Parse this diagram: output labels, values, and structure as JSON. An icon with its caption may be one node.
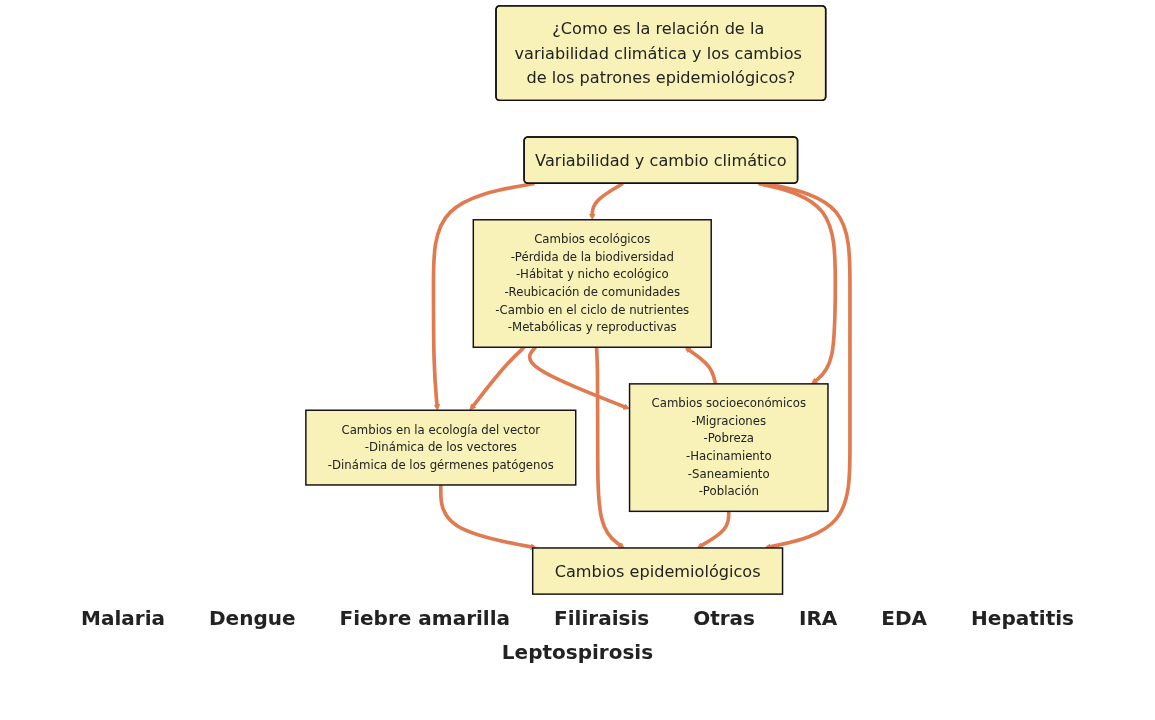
{
  "diagram": {
    "nodes": [
      {
        "text": [
          "¿Como es la relación de la variabilidad climática y los cambios de los patrones epidemiológicos?"
        ]
      },
      {
        "text": [
          "Variabilidad y cambio climático"
        ]
      },
      {
        "text": [
          "Cambios en la ecología del vector",
          "-Dinámica de los vectores",
          "-Dinámica de los gérmenes patógenos"
        ]
      },
      {
        "text": [
          "Cambios ecológicos",
          "-Pérdida de la biodiversidad",
          "-Hábitat y nicho ecológico",
          "-Reubicación de comunidades",
          "-Cambio en el ciclo de nutrientes",
          "-Metabólicas y reproductivas"
        ]
      },
      {
        "text": [
          "Cambios socioeconómicos",
          "-Migraciones",
          "-Pobreza",
          "-Hacinamiento",
          "-Saneamiento",
          "-Población"
        ]
      },
      {
        "text": [
          "Cambios epidemiológicos"
        ]
      }
    ],
    "edges": [
      {
        "from": 1,
        "to": 2,
        "arrow": "to"
      },
      {
        "from": 1,
        "to": 3,
        "arrow": "to"
      },
      {
        "from": 1,
        "to": 4,
        "arrow": "to"
      },
      {
        "from": 1,
        "to": 5,
        "arrow": "to"
      },
      {
        "from": 3,
        "to": 2,
        "arrow": "to"
      },
      {
        "from": 4,
        "to": 3,
        "arrow": "to"
      },
      {
        "from": 3,
        "to": 4,
        "arrow": "to"
      },
      {
        "from": 2,
        "to": 5,
        "arrow": "to"
      },
      {
        "from": 3,
        "to": 5,
        "arrow": "to"
      },
      {
        "from": 4,
        "to": 5,
        "arrow": "to"
      }
    ],
    "labels": [
      "Malaria",
      "Dengue",
      "Fiebre amarilla",
      "Filiraisis",
      "Otras",
      "IRA",
      "EDA",
      "Hepatitis",
      "Leptospirosis"
    ]
  }
}
